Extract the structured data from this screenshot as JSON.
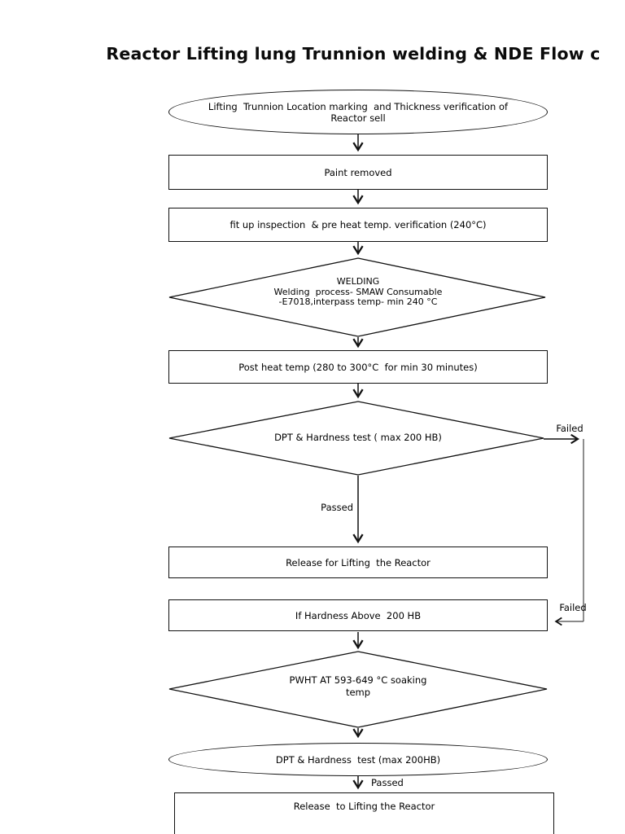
{
  "title": "Reactor Lifting lung Trunnion welding & NDE Flow c",
  "flowchart": {
    "nodes": {
      "start_oval": {
        "line1": "Lifting  Trunnion Location marking  and Thickness verification of",
        "line2": "Reactor sell"
      },
      "paint_removed": {
        "text": "Paint removed"
      },
      "fit_up": {
        "text": "fit up inspection  & pre heat temp. verification (240°C)"
      },
      "welding_diamond": {
        "line1": "WELDING",
        "line2": "Welding  process- SMAW Consumable",
        "line3": "-E7018,interpass temp- min 240 °C"
      },
      "post_heat": {
        "text": "Post heat temp (280 to 300°C  for min 30 minutes)"
      },
      "dpt_test_diamond": {
        "text": "DPT & Hardness test ( max 200 HB)"
      },
      "release_for_lifting": {
        "text": "Release for Lifting  the Reactor"
      },
      "hardness_above": {
        "text": "If Hardness Above  200 HB"
      },
      "pwht_diamond": {
        "line1": "PWHT AT 593-649 °C soaking",
        "line2": "temp"
      },
      "dpt_retest_oval": {
        "text": "DPT & Hardness  test (max 200HB)"
      },
      "release_to_lifting": {
        "text": "Release  to Lifting the Reactor"
      }
    },
    "labels": {
      "passed_1": "Passed",
      "failed_1": "Failed",
      "failed_2": "Failed",
      "passed_2": "Passed"
    }
  },
  "colors": {
    "background": "#ffffff",
    "line": "#111111",
    "text": "#000000"
  }
}
